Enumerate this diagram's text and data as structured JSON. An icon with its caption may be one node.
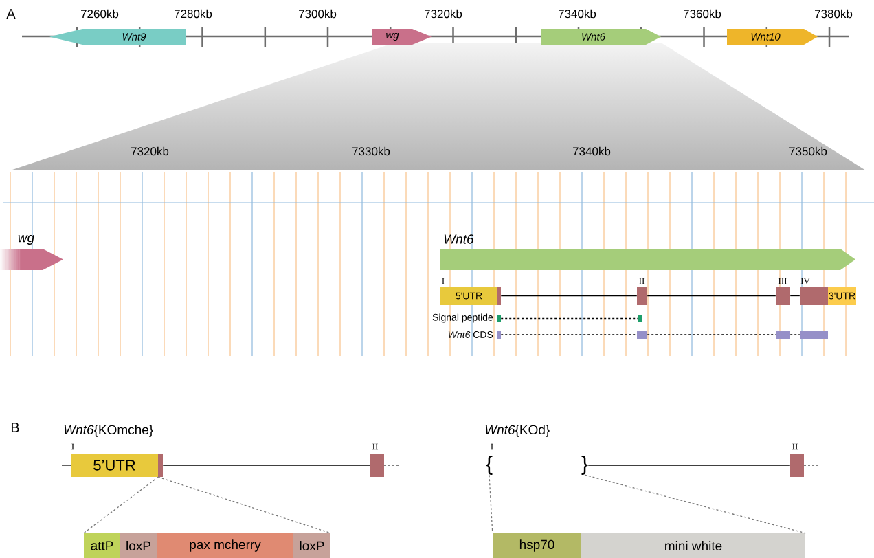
{
  "diagram": {
    "nodes": [
      {
        "text": [
          "Wnt9"
        ]
      },
      {
        "text": [
          "wg"
        ]
      },
      {
        "text": [
          "Wnt6"
        ]
      },
      {
        "text": [
          "Wnt10"
        ]
      },
      {
        "text": [
          "wg"
        ]
      },
      {
        "text": [
          "Wnt6"
        ]
      },
      {
        "text": [
          "5'UTR"
        ],
        "beside": [
          "I"
        ]
      },
      {
        "text": [],
        "shape": "box",
        "beside": [
          "II"
        ]
      },
      {
        "text": [],
        "shape": "box",
        "beside": [
          "III"
        ]
      },
      {
        "text": [],
        "shape": "box",
        "beside": [
          "IV"
        ]
      },
      {
        "text": [
          "3'UTR"
        ]
      },
      {
        "text": [],
        "shape": "box"
      },
      {
        "text": [],
        "shape": "box"
      },
      {
        "text": [],
        "shape": "box"
      },
      {
        "text": [],
        "shape": "box"
      },
      {
        "text": [],
        "shape": "box"
      },
      {
        "text": [],
        "shape": "box"
      },
      {
        "text": [
          "5’UTR"
        ],
        "beside": [
          "I"
        ]
      },
      {
        "text": [],
        "shape": "box",
        "beside": [
          "II"
        ]
      },
      {
        "text": [
          "attP"
        ]
      },
      {
        "text": [
          "loxP"
        ]
      },
      {
        "text": [
          "pax mcherry"
        ]
      },
      {
        "text": [
          "loxP"
        ]
      },
      {
        "text": [
          "{"
        ],
        "beside": [
          "I"
        ]
      },
      {
        "text": [
          "}"
        ]
      },
      {
        "text": [],
        "shape": "box",
        "beside": [
          "II"
        ]
      },
      {
        "text": [
          "hsp70"
        ]
      },
      {
        "text": [
          "mini white"
        ]
      }
    ],
    "edges": [
      {
        "from": 6,
        "to": 7,
        "arrow": "none"
      },
      {
        "from": 7,
        "to": 8,
        "arrow": "none"
      },
      {
        "from": 8,
        "to": 9,
        "arrow": "none"
      },
      {
        "from": 11,
        "to": 12,
        "arrow": "none",
        "style": "dashed"
      },
      {
        "from": 13,
        "to": 14,
        "arrow": "none",
        "style": "dashed"
      },
      {
        "from": 14,
        "to": 15,
        "arrow": "none",
        "style": "dashed"
      },
      {
        "from": 15,
        "to": 16,
        "arrow": "none",
        "style": "dashed"
      },
      {
        "from": 17,
        "to": 18,
        "arrow": "none"
      },
      {
        "from": 17,
        "to": 19,
        "arrow": "none",
        "style": "dashed",
        "color": "#777777"
      },
      {
        "from": 17,
        "to": 22,
        "arrow": "none",
        "style": "dashed",
        "color": "#777777"
      },
      {
        "from": 24,
        "to": 25,
        "arrow": "none"
      },
      {
        "from": 23,
        "to": 26,
        "arrow": "none",
        "style": "dashed",
        "color": "#777777"
      },
      {
        "from": 24,
        "to": 27,
        "arrow": "none",
        "style": "dashed",
        "color": "#777777"
      }
    ],
    "labels": [
      "A",
      "7260kb",
      "7280kb",
      "7300kb",
      "7320kb",
      "7340kb",
      "7360kb",
      "7380kb",
      "7320kb",
      "7330kb",
      "7340kb",
      "7350kb",
      "Signal peptide",
      "*Wnt6* CDS",
      "B",
      "*Wnt6*{KOmche}",
      "*Wnt6*{KOd}"
    ]
  }
}
